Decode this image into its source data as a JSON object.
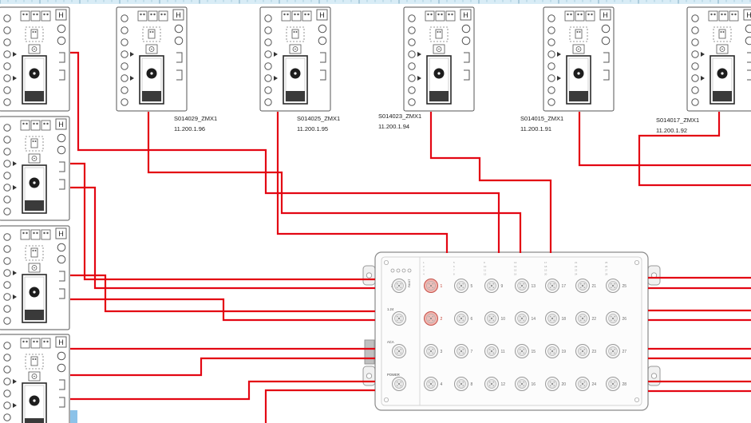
{
  "module": {
    "corner_label": "H"
  },
  "devices": [
    {
      "name": "S014029_ZMX1",
      "ip": "11.200.1.96"
    },
    {
      "name": "S014025_ZMX1",
      "ip": "11.200.1.95"
    },
    {
      "name": "S014023_ZMX1",
      "ip": "11.200.1.94"
    },
    {
      "name": "S014015_ZMX1",
      "ip": "11.200.1.91"
    },
    {
      "name": "S014017_ZMX1",
      "ip": "11.200.1.92"
    }
  ],
  "switch": {
    "leds": [
      "P1",
      "P2",
      "RM",
      "FAULT"
    ],
    "side_ports": [
      "",
      "1.24",
      "ACA",
      "POWER"
    ],
    "ports": {
      "rows": 4,
      "cols": 7,
      "numbers": [
        [
          1,
          5,
          9,
          13,
          17,
          21,
          25
        ],
        [
          2,
          6,
          10,
          14,
          18,
          22,
          26
        ],
        [
          3,
          7,
          11,
          15,
          19,
          23,
          27
        ],
        [
          4,
          8,
          12,
          16,
          20,
          24,
          28
        ]
      ],
      "highlighted": [
        1,
        2
      ]
    }
  },
  "colors": {
    "cable": "#e30613",
    "module_stroke": "#555555",
    "highlight_fill": "#f3b4ae",
    "highlight_stroke": "#c4524a",
    "ruler_fill": "#d8ecf6"
  }
}
